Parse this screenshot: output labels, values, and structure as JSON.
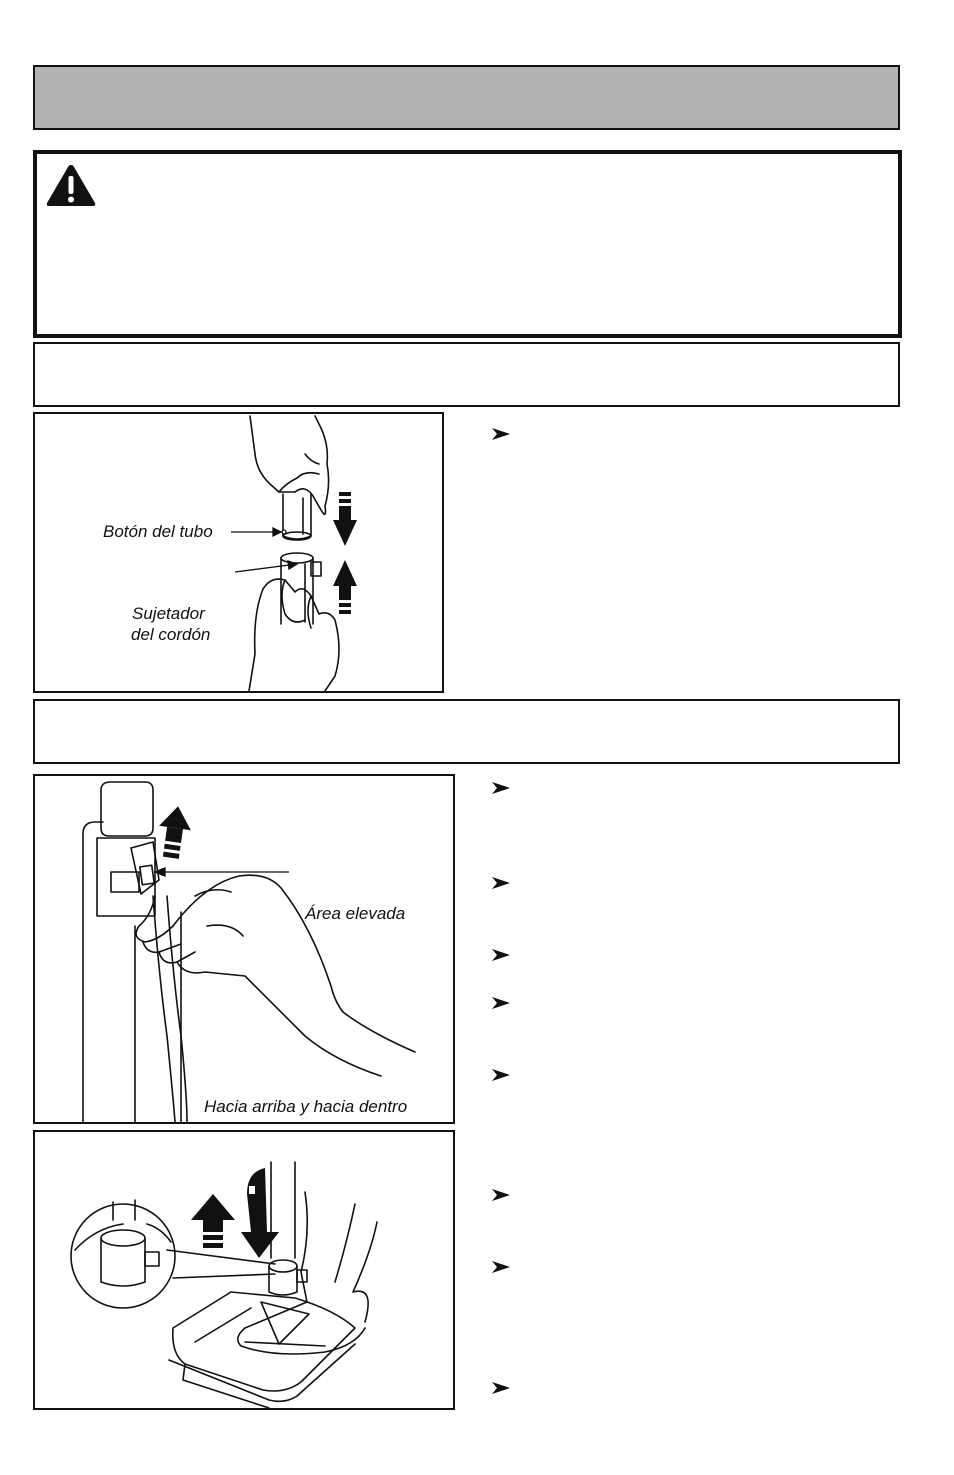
{
  "figure_labels": {
    "tube_button": "Botón del tubo",
    "cord_holder_line1": "Sujetador",
    "cord_holder_line2": "del cordón",
    "raised_area": "Área elevada",
    "up_and_in": "Hacia arriba y hacia dentro"
  },
  "icons": {
    "warning": "warning-triangle-icon",
    "bullet": "arrowhead-bullet-icon"
  },
  "colors": {
    "header_gray": "#b3b3b3",
    "ink": "#111111"
  }
}
